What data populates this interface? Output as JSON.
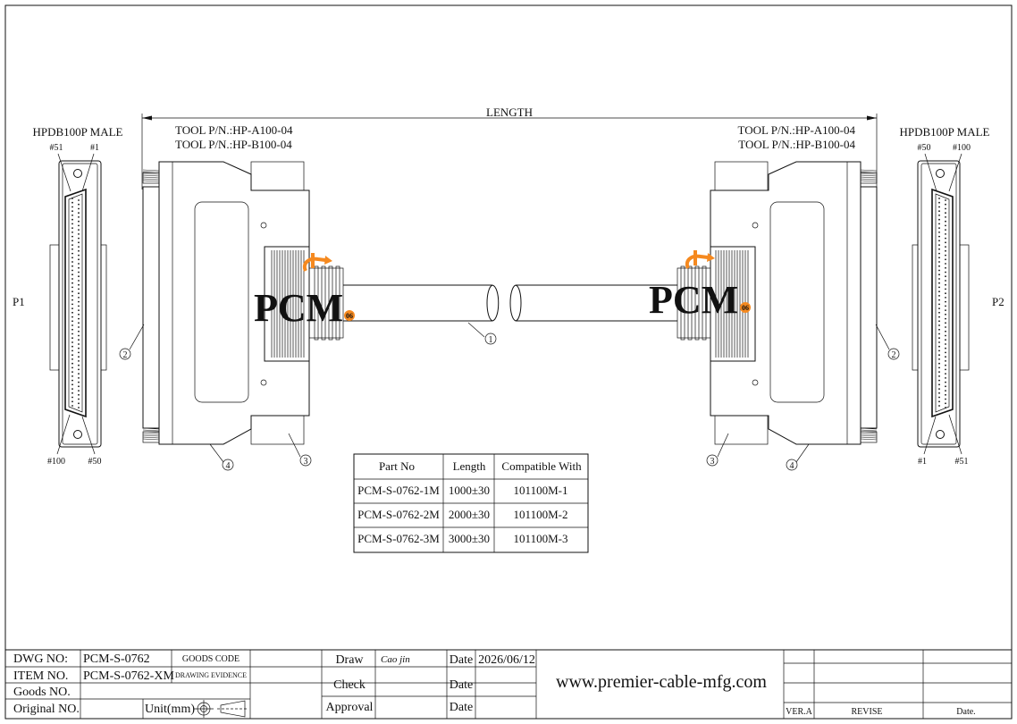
{
  "labels": {
    "length": "LENGTH",
    "left_connector": "HPDB100P MALE",
    "right_connector": "HPDB100P MALE",
    "left_tool_a": "TOOL P/N.:HP-A100-04",
    "left_tool_b": "TOOL P/N.:HP-B100-04",
    "right_tool_a": "TOOL P/N.:HP-A100-04",
    "right_tool_b": "TOOL P/N.:HP-B100-04",
    "p1": "P1",
    "p2": "P2",
    "left_pin_tl": "#51",
    "left_pin_tr": "#1",
    "left_pin_bl": "#100",
    "left_pin_br": "#50",
    "right_pin_tl": "#50",
    "right_pin_tr": "#100",
    "right_pin_bl": "#1",
    "right_pin_br": "#51",
    "callout_1": "1",
    "callout_2": "2",
    "callout_3": "3",
    "callout_4": "4",
    "logo": "PCM",
    "logo_sub": "06"
  },
  "spec_table": {
    "headers": [
      "Part No",
      "Length",
      "Compatible With"
    ],
    "rows": [
      [
        "PCM-S-0762-1M",
        "1000±30",
        "101100M-1"
      ],
      [
        "PCM-S-0762-2M",
        "2000±30",
        "101100M-2"
      ],
      [
        "PCM-S-0762-3M",
        "3000±30",
        "101100M-3"
      ]
    ]
  },
  "title_block": {
    "dwg_no_label": "DWG NO:",
    "dwg_no": "PCM-S-0762",
    "goods_code": "GOODS CODE",
    "item_no_label": "ITEM NO.",
    "item_no": "PCM-S-0762-XM",
    "drawing_evidence": "DRAWING EVIDENCE",
    "goods_no_label": "Goods NO.",
    "original_no_label": "Original NO.",
    "unit": "Unit(mm)",
    "draw": "Draw",
    "drawer": "Cao jin",
    "check": "Check",
    "approval": "Approval",
    "date_label": "Date",
    "date_value": "2026/06/12",
    "website": "www.premier-cable-mfg.com",
    "ver": "VER.A",
    "revise": "REVISE",
    "date_col": "Date."
  },
  "colors": {
    "logo": "#f5891f",
    "line": "#111111"
  }
}
